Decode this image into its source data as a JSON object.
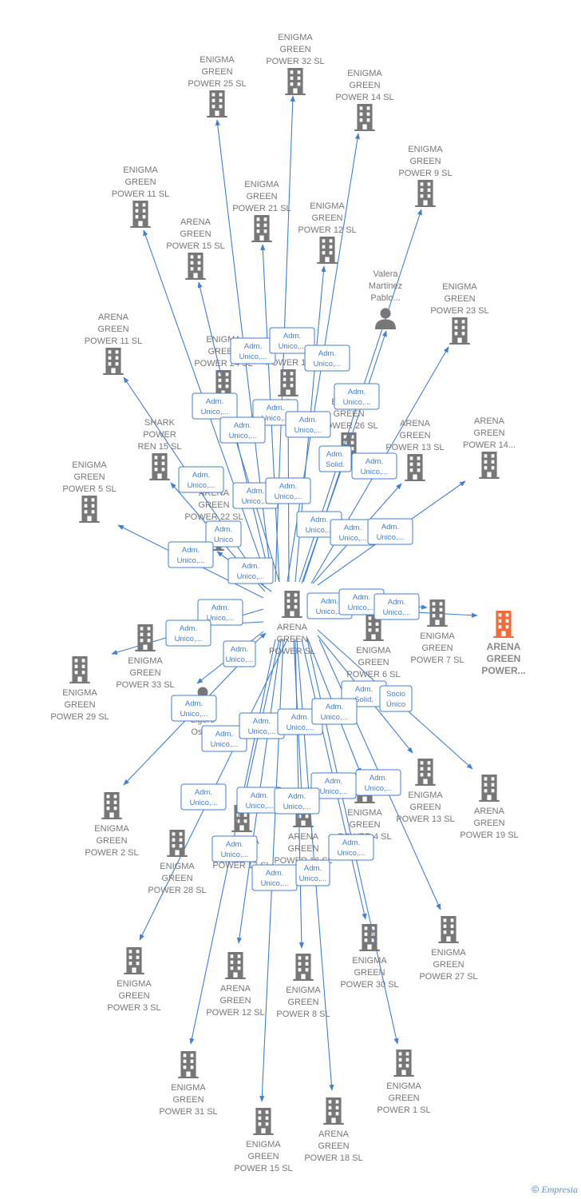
{
  "footer": {
    "copyright": "©",
    "brand": "Empresia"
  },
  "colors": {
    "node": "#777777",
    "highlight": "#f26b38",
    "edge": "#3f7fd6"
  },
  "nodes": [
    {
      "id": "n_center",
      "label": [
        "ARENA",
        "GREEN",
        "POWER  SL"
      ],
      "type": "company"
    },
    {
      "id": "n_hl",
      "label": [
        "ARENA",
        "GREEN",
        "POWER..."
      ],
      "type": "company",
      "highlight": true
    },
    {
      "id": "n_eg32",
      "label": [
        "ENIGMA",
        "GREEN",
        "POWER 32  SL"
      ],
      "type": "company"
    },
    {
      "id": "n_eg25",
      "label": [
        "ENIGMA",
        "GREEN",
        "POWER 25  SL"
      ],
      "type": "company"
    },
    {
      "id": "n_eg14",
      "label": [
        "ENIGMA",
        "GREEN",
        "POWER 14  SL"
      ],
      "type": "company"
    },
    {
      "id": "n_eg9",
      "label": [
        "ENIGMA",
        "GREEN",
        "POWER 9  SL"
      ],
      "type": "company"
    },
    {
      "id": "n_eg11",
      "label": [
        "ENIGMA",
        "GREEN",
        "POWER 11  SL"
      ],
      "type": "company"
    },
    {
      "id": "n_eg21",
      "label": [
        "ENIGMA",
        "GREEN",
        "POWER 21  SL"
      ],
      "type": "company"
    },
    {
      "id": "n_eg12",
      "label": [
        "ENIGMA",
        "GREEN",
        "POWER 12  SL"
      ],
      "type": "company"
    },
    {
      "id": "n_ag15",
      "label": [
        "ARENA",
        "GREEN",
        "POWER 15  SL"
      ],
      "type": "company"
    },
    {
      "id": "n_valera",
      "label": [
        "Valera",
        "Martinez",
        "Pablo..."
      ],
      "type": "person"
    },
    {
      "id": "n_eg23",
      "label": [
        "ENIGMA",
        "GREEN",
        "POWER 23  SL"
      ],
      "type": "company"
    },
    {
      "id": "n_ag11",
      "label": [
        "ARENA",
        "GREEN",
        "POWER 11  SL"
      ],
      "type": "company"
    },
    {
      "id": "n_eg24",
      "label": [
        "ENIGMA",
        "GREEN",
        "POWER 24  SL"
      ],
      "type": "company"
    },
    {
      "id": "n_eg10",
      "label": [
        "ENIGMA",
        "GREEN",
        "POWER 10"
      ],
      "type": "company"
    },
    {
      "id": "n_eg26",
      "label": [
        "ENIGMA",
        "GREEN",
        "POWER 26  SL"
      ],
      "type": "company"
    },
    {
      "id": "n_shark",
      "label": [
        "SHARK",
        "POWER",
        "REN 15  SL"
      ],
      "type": "company"
    },
    {
      "id": "n_ag13",
      "label": [
        "ARENA",
        "GREEN",
        "POWER 13  SL"
      ],
      "type": "company"
    },
    {
      "id": "n_ag14",
      "label": [
        "ARENA",
        "GREEN",
        "POWER 14..."
      ],
      "type": "company"
    },
    {
      "id": "n_eg5",
      "label": [
        "ENIGMA",
        "GREEN",
        "POWER 5  SL"
      ],
      "type": "company"
    },
    {
      "id": "n_ag22",
      "label": [
        "ARENA",
        "GREEN",
        "POWER 22  SL"
      ],
      "type": "company"
    },
    {
      "id": "n_eg6",
      "label": [
        "ENIGMA",
        "GREEN",
        "POWER 6  SL"
      ],
      "type": "company"
    },
    {
      "id": "n_eg7",
      "label": [
        "ENIGMA",
        "GREEN",
        "POWER 7  SL"
      ],
      "type": "company"
    },
    {
      "id": "n_eg33",
      "label": [
        "ENIGMA",
        "GREEN",
        "POWER 33  SL"
      ],
      "type": "company"
    },
    {
      "id": "n_eg29",
      "label": [
        "ENIGMA",
        "GREEN",
        "POWER 29  SL"
      ],
      "type": "company"
    },
    {
      "id": "n_ligero",
      "label": [
        "Ligero",
        "Osa..."
      ],
      "type": "person"
    },
    {
      "id": "n_eg13",
      "label": [
        "ENIGMA",
        "GREEN",
        "POWER 13  SL"
      ],
      "type": "company"
    },
    {
      "id": "n_ag19",
      "label": [
        "ARENA",
        "GREEN",
        "POWER 19  SL"
      ],
      "type": "company"
    },
    {
      "id": "n_eg2",
      "label": [
        "ENIGMA",
        "GREEN",
        "POWER 2  SL"
      ],
      "type": "company"
    },
    {
      "id": "n_eg28",
      "label": [
        "ENIGMA",
        "GREEN",
        "POWER 28  SL"
      ],
      "type": "company"
    },
    {
      "id": "n_ep17",
      "label": [
        "ENIGMA",
        "GREEN",
        "POWER 17  SL"
      ],
      "type": "company"
    },
    {
      "id": "n_ag16",
      "label": [
        "ARENA",
        "GREEN",
        "POWER 16  SL"
      ],
      "type": "company"
    },
    {
      "id": "n_eg4",
      "label": [
        "ENIGMA",
        "GREEN",
        "POWER 4  SL"
      ],
      "type": "company"
    },
    {
      "id": "n_eg3",
      "label": [
        "ENIGMA",
        "GREEN",
        "POWER 3  SL"
      ],
      "type": "company"
    },
    {
      "id": "n_ag12",
      "label": [
        "ARENA",
        "GREEN",
        "POWER 12  SL"
      ],
      "type": "company"
    },
    {
      "id": "n_eg8",
      "label": [
        "ENIGMA",
        "GREEN",
        "POWER 8  SL"
      ],
      "type": "company"
    },
    {
      "id": "n_eg30",
      "label": [
        "ENIGMA",
        "GREEN",
        "POWER 30  SL"
      ],
      "type": "company"
    },
    {
      "id": "n_eg27",
      "label": [
        "ENIGMA",
        "GREEN",
        "POWER 27  SL"
      ],
      "type": "company"
    },
    {
      "id": "n_eg31",
      "label": [
        "ENIGMA",
        "GREEN",
        "POWER 31  SL"
      ],
      "type": "company"
    },
    {
      "id": "n_eg1",
      "label": [
        "ENIGMA",
        "GREEN",
        "POWER 1  SL"
      ],
      "type": "company"
    },
    {
      "id": "n_eg15",
      "label": [
        "ENIGMA",
        "GREEN",
        "POWER 15  SL"
      ],
      "type": "company"
    },
    {
      "id": "n_ag18",
      "label": [
        "ARENA",
        "GREEN",
        "POWER 18  SL"
      ],
      "type": "company"
    }
  ],
  "relations": [
    {
      "label": [
        "Adm.",
        "Unico,..."
      ]
    },
    {
      "label": [
        "Adm.",
        "Unico,..."
      ]
    },
    {
      "label": [
        "Adm.",
        "Unico,..."
      ]
    },
    {
      "label": [
        "Adm.",
        "Unico,..."
      ]
    },
    {
      "label": [
        "Adm.",
        "Unico,..."
      ]
    },
    {
      "label": [
        "Adm.",
        "Unico,..."
      ]
    },
    {
      "label": [
        "Adm.",
        "Unico,..."
      ]
    },
    {
      "label": [
        "Adm.",
        "Unico,..."
      ]
    },
    {
      "label": [
        "Adm.",
        "Solid."
      ]
    },
    {
      "label": [
        "Adm.",
        "Unico,..."
      ]
    },
    {
      "label": [
        "Adm.",
        "Unico,..."
      ]
    },
    {
      "label": [
        "Adm.",
        "Unico,..."
      ]
    },
    {
      "label": [
        "Adm.",
        "Unico,..."
      ]
    },
    {
      "label": [
        "Adm.",
        "Unico,..."
      ]
    },
    {
      "label": [
        "Adm.",
        "Unico,..."
      ]
    },
    {
      "label": [
        "Adm.",
        "Unico"
      ]
    },
    {
      "label": [
        "Adm.",
        "Unico,..."
      ]
    },
    {
      "label": [
        "Adm.",
        "Unico,..."
      ]
    },
    {
      "label": [
        "Adm.",
        "Unico,..."
      ]
    },
    {
      "label": [
        "Adm.",
        "Unico,..."
      ]
    },
    {
      "label": [
        "Adm.",
        "Unico,..."
      ]
    },
    {
      "label": [
        "Adm.",
        "Unico,..."
      ]
    },
    {
      "label": [
        "Adm.",
        "Unico,..."
      ]
    },
    {
      "label": [
        "Adm.",
        "Unico,..."
      ]
    },
    {
      "label": [
        "Adm.",
        "Unico,..."
      ]
    },
    {
      "label": [
        "Adm.",
        "Solid."
      ]
    },
    {
      "label": [
        "Adm.",
        "Unico,..."
      ]
    },
    {
      "label": [
        "Socio",
        "Único"
      ]
    },
    {
      "label": [
        "Adm.",
        "Unico,..."
      ]
    },
    {
      "label": [
        "Adm.",
        "Unico,..."
      ]
    },
    {
      "label": [
        "Adm.",
        "Unico,..."
      ]
    },
    {
      "label": [
        "Adm.",
        "Unico,..."
      ]
    },
    {
      "label": [
        "Adm.",
        "Unico,..."
      ]
    },
    {
      "label": [
        "Adm.",
        "Unico,..."
      ]
    },
    {
      "label": [
        "Adm.",
        "Unico,..."
      ]
    },
    {
      "label": [
        "Adm.",
        "Unico,..."
      ]
    },
    {
      "label": [
        "Adm.",
        "Unico,..."
      ]
    },
    {
      "label": [
        "Adm.",
        "Unico,..."
      ]
    },
    {
      "label": [
        "Adm.",
        "Unico,..."
      ]
    },
    {
      "label": [
        "Adm.",
        "Unico,..."
      ]
    },
    {
      "label": [
        "Adm.",
        "Unico,..."
      ]
    },
    {
      "label": [
        "Adm.",
        "Unico,..."
      ]
    },
    {
      "label": [
        "Socio",
        "Único"
      ]
    }
  ]
}
